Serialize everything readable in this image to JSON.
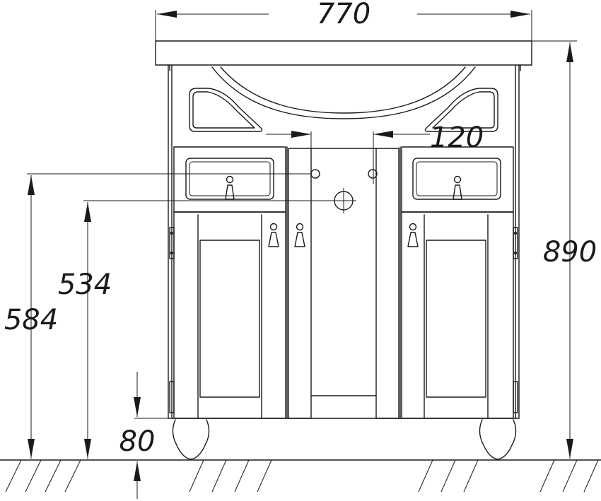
{
  "dimensions": {
    "width": "770",
    "depth_offset": "120",
    "total_height": "890",
    "outlet_height_upper": "584",
    "outlet_height_lower": "534",
    "leg_height": "80"
  }
}
